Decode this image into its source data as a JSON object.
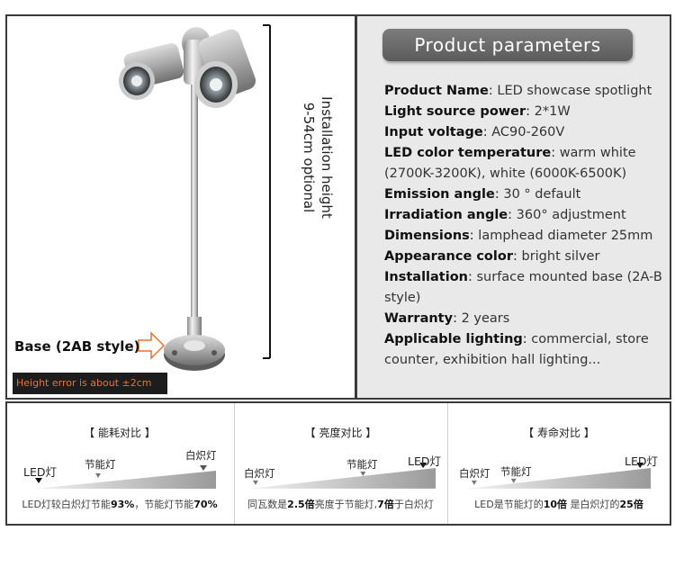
{
  "product": {
    "title": "Product parameters",
    "params": [
      {
        "key": "Product Name",
        "value": "LED showcase spotlight"
      },
      {
        "key": "Light source power",
        "value": "2*1W"
      },
      {
        "key": "Input voltage",
        "value": "AC90-260V"
      },
      {
        "key": "LED color temperature",
        "value": "warm white (2700K-3200K), white (6000K-6500K)"
      },
      {
        "key": "Emission angle",
        "value": "30 ° default"
      },
      {
        "key": "Irradiation angle",
        "value": "360° adjustment"
      },
      {
        "key": "Dimensions",
        "value": "lamphead diameter 25mm"
      },
      {
        "key": "Appearance color",
        "value": "bright silver"
      },
      {
        "key": "Installation",
        "value": "surface mounted base (2A-B style)"
      },
      {
        "key": "Warranty",
        "value": "2 years"
      },
      {
        "key": "Applicable lighting",
        "value": "commercial, store counter, exhibition hall lighting..."
      }
    ]
  },
  "lamp": {
    "height_line1": "Installation height",
    "height_line2": "9-54cm optional",
    "base_label": "Base (2AB style)",
    "height_error": "Height error is about ±2cm"
  },
  "comparisons": [
    {
      "title": "【 能耗对比 】",
      "labels": [
        "LED灯",
        "节能灯",
        "白炽灯"
      ],
      "note_parts": [
        "LED灯较白炽灯节能",
        "93%",
        "，节能灯节能",
        "70%"
      ]
    },
    {
      "title": "【 亮度对比 】",
      "labels": [
        "白炽灯",
        "节能灯",
        "LED灯"
      ],
      "note_parts": [
        "同瓦数是",
        "2.5倍",
        "亮度于节能灯,",
        "7倍",
        "于白炽灯"
      ]
    },
    {
      "title": "【 寿命对比 】",
      "labels": [
        "白炽灯",
        "节能灯",
        "LED灯"
      ],
      "note_parts": [
        "LED是节能灯的",
        "10倍",
        "是白炽灯的",
        "25倍"
      ]
    }
  ],
  "colors": {
    "title_bg": "#666666",
    "panel_bg": "#e9e9e9",
    "error_text": "#e8742c"
  }
}
